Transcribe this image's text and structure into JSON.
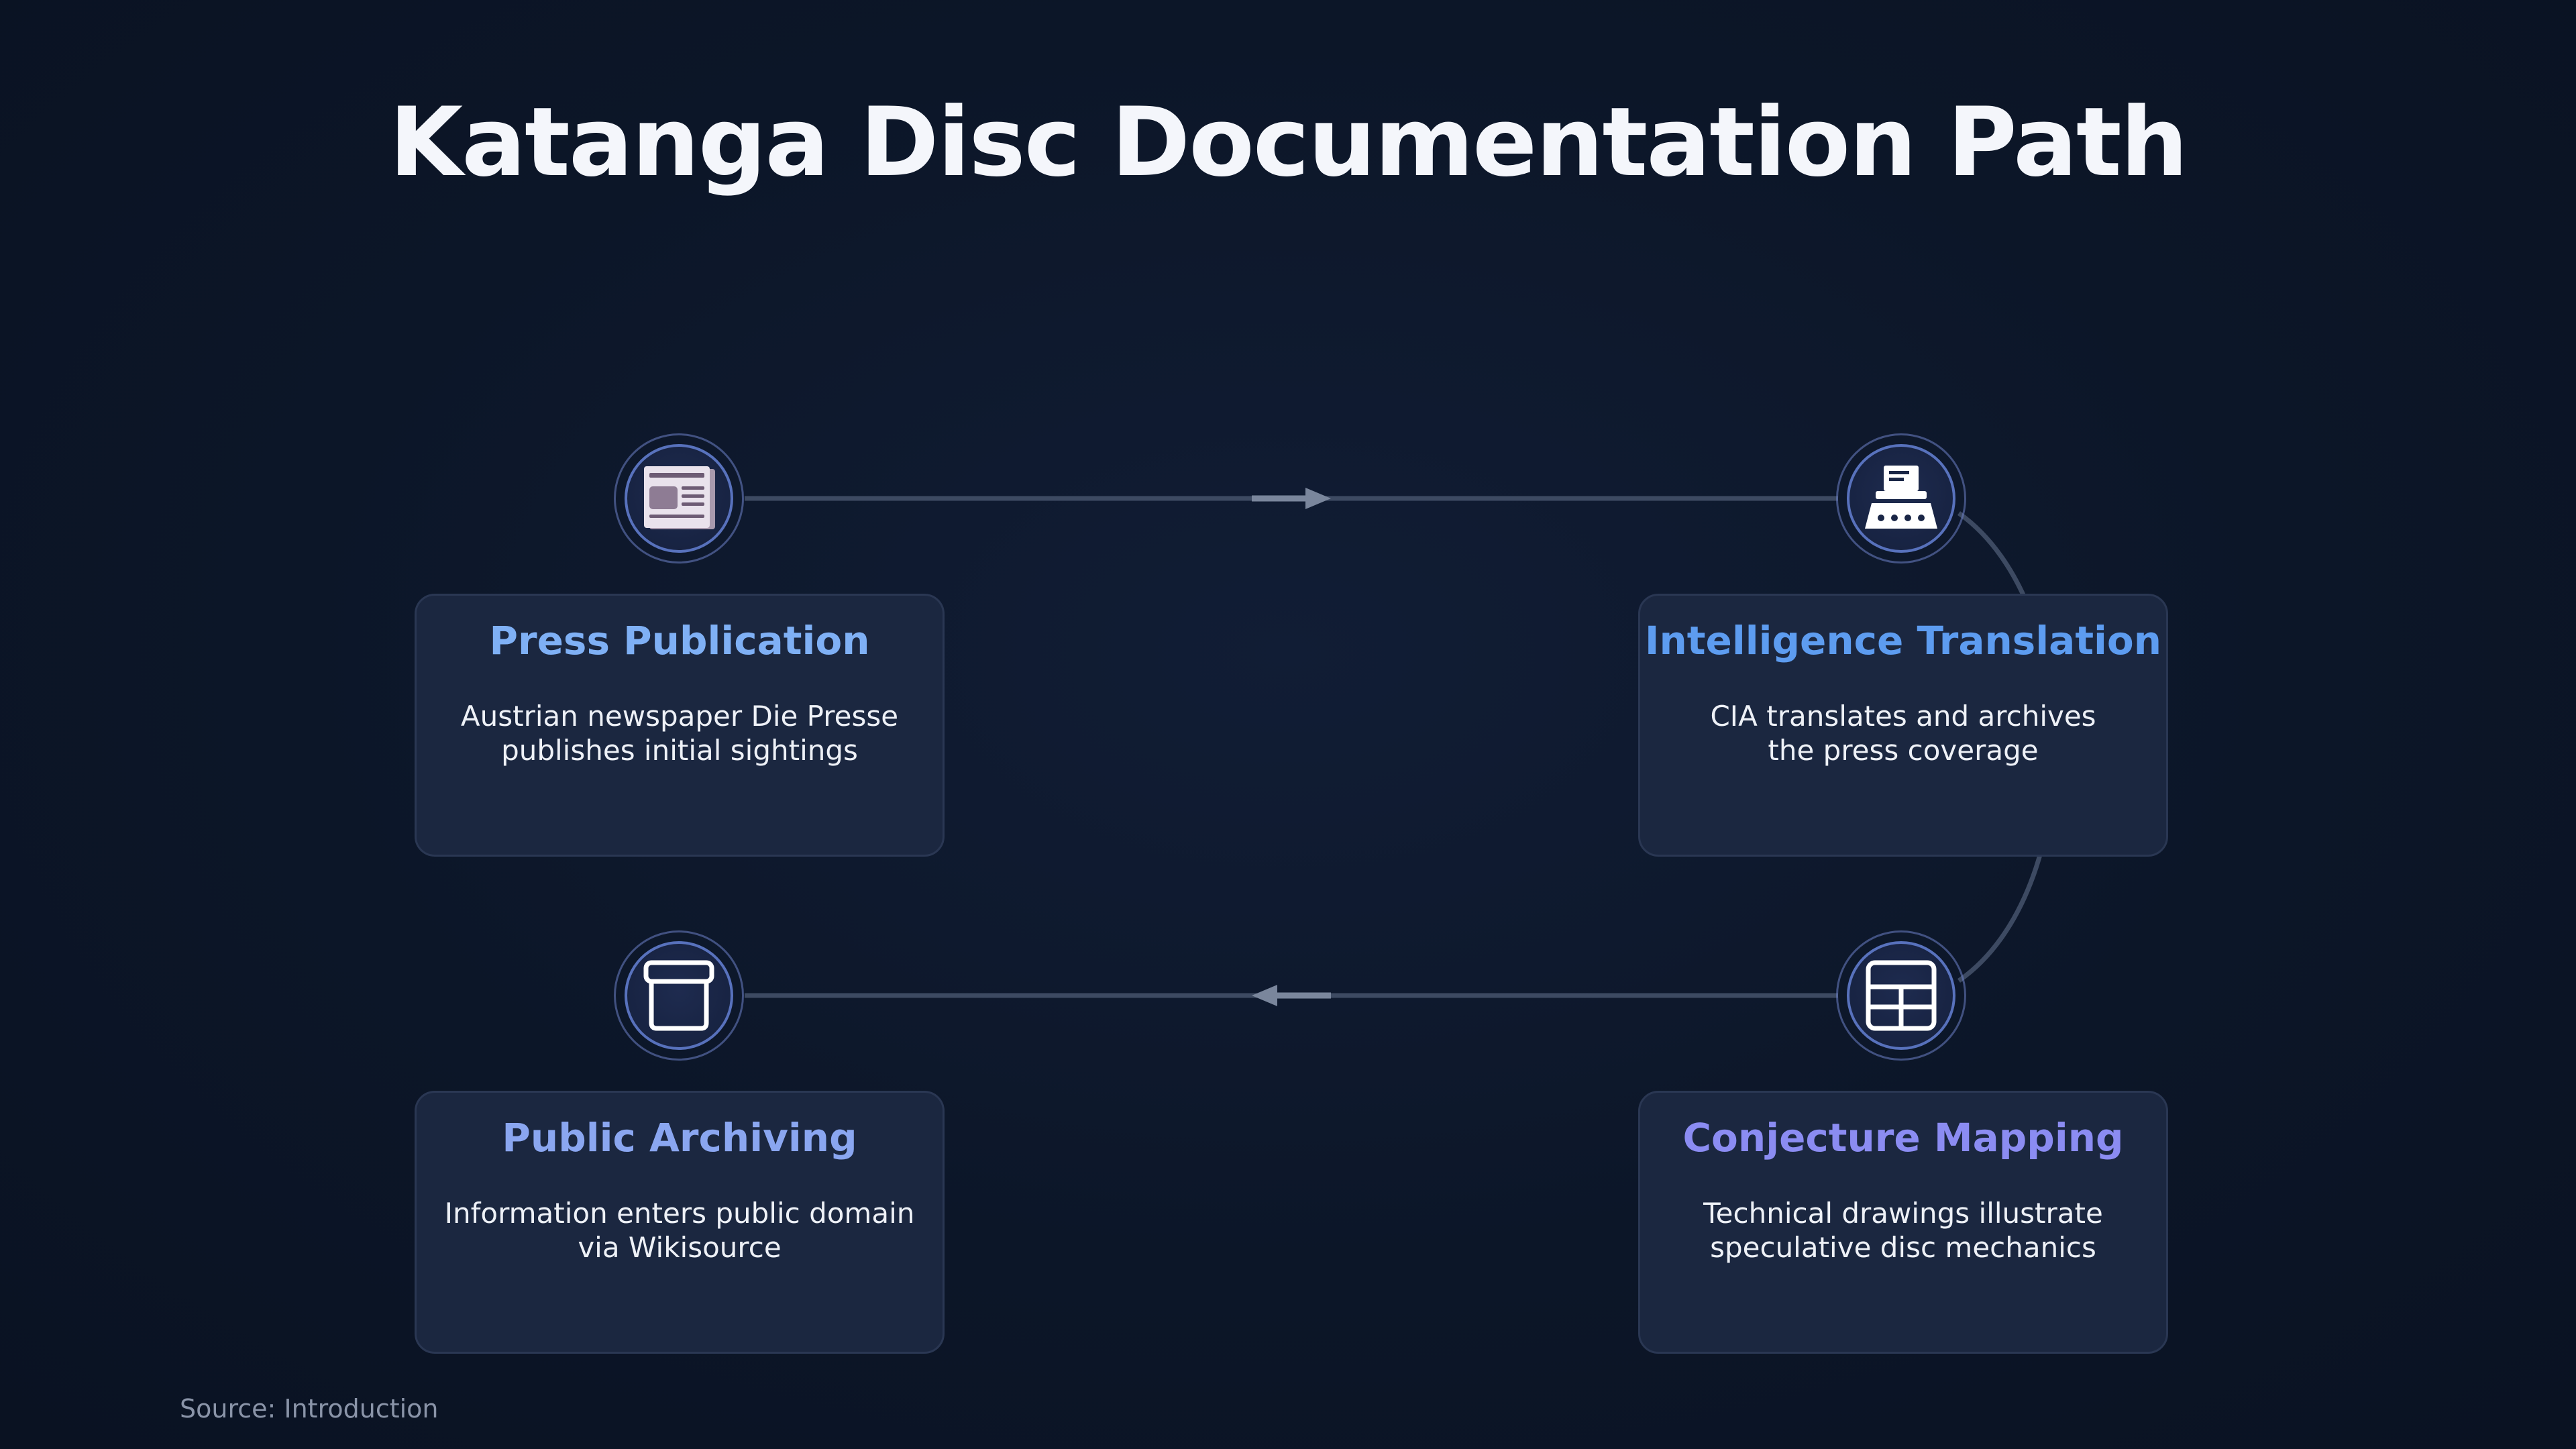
{
  "title": "Katanga Disc Documentation Path",
  "source": "Source: Introduction",
  "colors": {
    "card_title_blue": "#7fb0f5",
    "card_title_blue2": "#5d9cf0",
    "card_title_periwinkle": "#8aa6f0",
    "card_title_violet": "#8b8cf2",
    "connector": "#3d4a62",
    "arrow": "#7a869c"
  },
  "steps": [
    {
      "title": "Press Publication",
      "description": "Austrian newspaper Die Presse\npublishes initial sightings",
      "icon": "newspaper-icon"
    },
    {
      "title": "Intelligence Translation",
      "description": "CIA translates and archives\nthe press coverage",
      "icon": "typewriter-icon"
    },
    {
      "title": "Conjecture Mapping",
      "description": "Technical drawings illustrate\nspeculative disc mechanics",
      "icon": "grid-icon"
    },
    {
      "title": "Public Archiving",
      "description": "Information enters public domain\nvia Wikisource",
      "icon": "archive-box-icon"
    }
  ]
}
